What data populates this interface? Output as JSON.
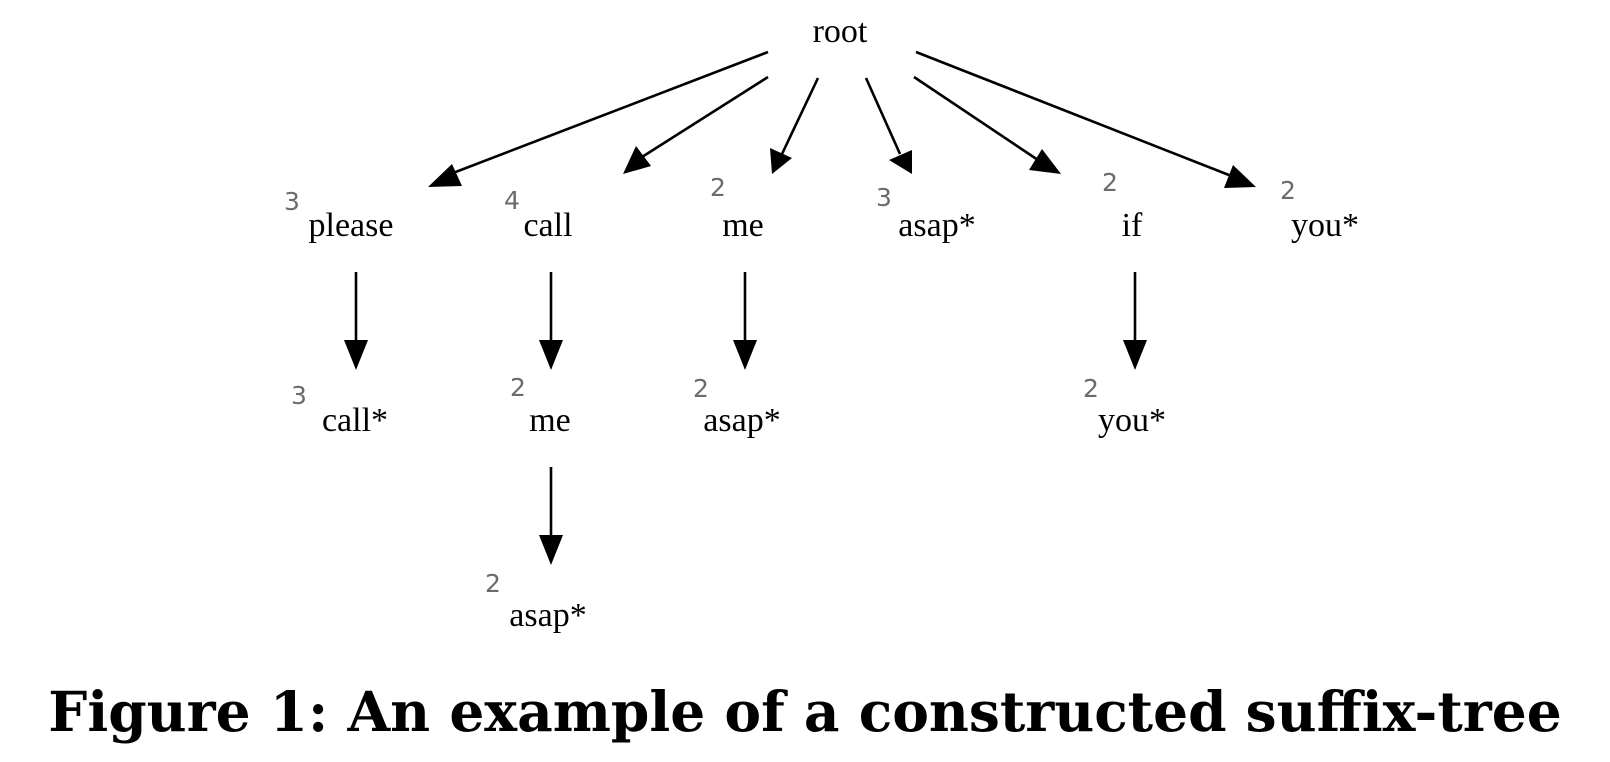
{
  "tree": {
    "root": "root",
    "nodes": [
      {
        "id": "please",
        "label": "please",
        "count": "3",
        "parent": "root"
      },
      {
        "id": "call",
        "label": "call",
        "count": "4",
        "parent": "root"
      },
      {
        "id": "me",
        "label": "me",
        "count": "2",
        "parent": "root"
      },
      {
        "id": "asap1",
        "label": "asap*",
        "count": "3",
        "parent": "root"
      },
      {
        "id": "if",
        "label": "if",
        "count": "2",
        "parent": "root"
      },
      {
        "id": "you1",
        "label": "you*",
        "count": "2",
        "parent": "root"
      },
      {
        "id": "call2",
        "label": "call*",
        "count": "3",
        "parent": "please"
      },
      {
        "id": "me2",
        "label": "me",
        "count": "2",
        "parent": "call"
      },
      {
        "id": "asap2",
        "label": "asap*",
        "count": "2",
        "parent": "me"
      },
      {
        "id": "you2",
        "label": "you*",
        "count": "2",
        "parent": "if"
      },
      {
        "id": "asap3",
        "label": "asap*",
        "count": "2",
        "parent": "me2"
      }
    ]
  },
  "caption": "Figure 1: An example of a constructed suffix-tree"
}
